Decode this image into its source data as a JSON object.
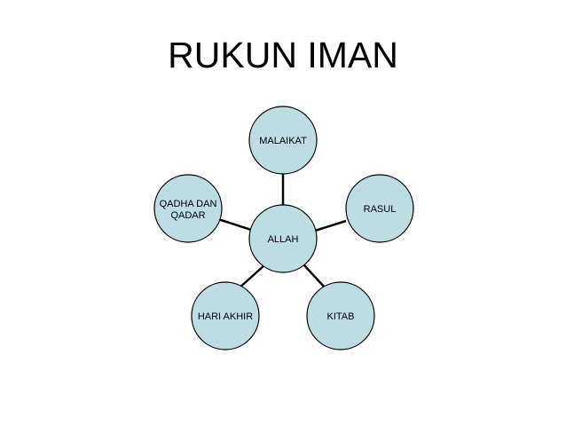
{
  "title": "RUKUN IMAN",
  "colors": {
    "node_fill": "#bddde3",
    "node_stroke": "#000000",
    "connector": "#000000",
    "background": "#ffffff"
  },
  "diagram": {
    "center": {
      "label": "ALLAH"
    },
    "nodes": [
      {
        "id": "malaikat",
        "label_lines": [
          "MALAIKAT"
        ]
      },
      {
        "id": "rasul",
        "label_lines": [
          "RASUL"
        ]
      },
      {
        "id": "kitab",
        "label_lines": [
          "KITAB"
        ]
      },
      {
        "id": "hari-akhir",
        "label_lines": [
          "HARI AKHIR"
        ]
      },
      {
        "id": "qadha-dan-qadar",
        "label_lines": [
          "QADHA DAN",
          "QADAR"
        ]
      }
    ]
  }
}
